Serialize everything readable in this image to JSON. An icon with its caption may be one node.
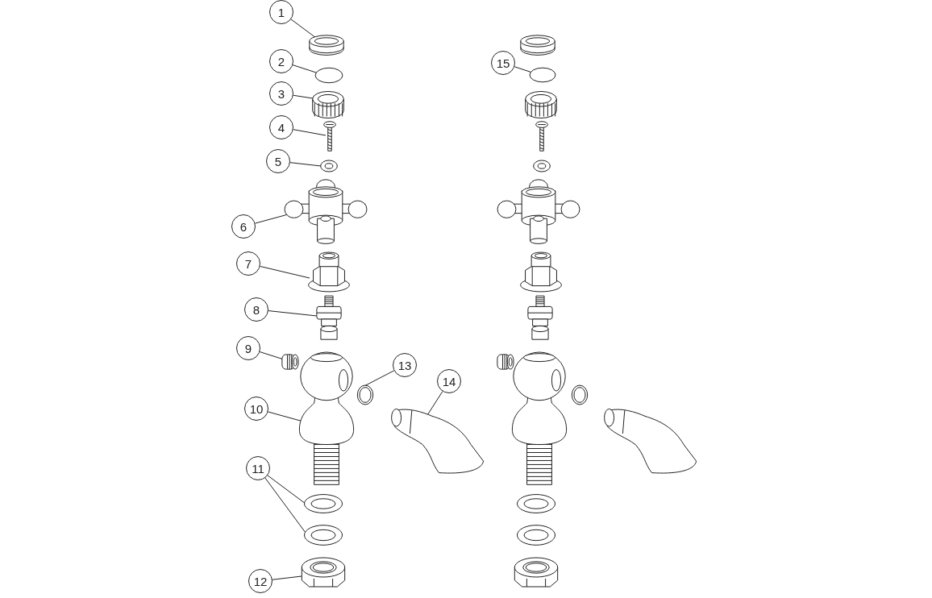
{
  "diagram": {
    "nodes": [
      {
        "text": [
          "1"
        ]
      },
      {
        "text": [
          "2"
        ]
      },
      {
        "text": [
          "3"
        ]
      },
      {
        "text": [
          "4"
        ]
      },
      {
        "text": [
          "5"
        ]
      },
      {
        "text": [
          "6"
        ]
      },
      {
        "text": [
          "7"
        ]
      },
      {
        "text": [
          "8"
        ]
      },
      {
        "text": [
          "9"
        ]
      },
      {
        "text": [
          "10"
        ]
      },
      {
        "text": [
          "11"
        ]
      },
      {
        "text": [
          "12"
        ]
      },
      {
        "text": [
          "13"
        ]
      },
      {
        "text": [
          "14"
        ]
      },
      {
        "text": [
          "15"
        ]
      },
      {
        "text": [],
        "shape": "picture"
      },
      {
        "text": [],
        "shape": "circle"
      },
      {
        "text": [],
        "shape": "picture"
      },
      {
        "text": [],
        "shape": "picture"
      },
      {
        "text": [],
        "shape": "picture"
      },
      {
        "text": [],
        "shape": "picture"
      },
      {
        "text": [],
        "shape": "picture"
      },
      {
        "text": [],
        "shape": "picture"
      },
      {
        "text": [],
        "shape": "picture"
      },
      {
        "text": [],
        "shape": "picture"
      },
      {
        "text": [],
        "shape": "picture"
      },
      {
        "text": [],
        "shape": "picture"
      },
      {
        "text": [],
        "shape": "picture"
      },
      {
        "text": [],
        "shape": "picture"
      },
      {
        "text": [],
        "shape": "picture"
      },
      {
        "text": [],
        "shape": "circle"
      }
    ],
    "edges": [
      {
        "from": 0,
        "to": 15,
        "arrow": "none"
      },
      {
        "from": 1,
        "to": 16,
        "arrow": "none"
      },
      {
        "from": 2,
        "to": 17,
        "arrow": "none"
      },
      {
        "from": 3,
        "to": 18,
        "arrow": "none"
      },
      {
        "from": 4,
        "to": 19,
        "arrow": "none"
      },
      {
        "from": 5,
        "to": 20,
        "arrow": "none"
      },
      {
        "from": 6,
        "to": 21,
        "arrow": "none"
      },
      {
        "from": 7,
        "to": 22,
        "arrow": "none"
      },
      {
        "from": 8,
        "to": 23,
        "arrow": "none"
      },
      {
        "from": 9,
        "to": 24,
        "arrow": "none"
      },
      {
        "from": 10,
        "to": 25,
        "arrow": "none"
      },
      {
        "from": 10,
        "to": 26,
        "arrow": "none"
      },
      {
        "from": 11,
        "to": 27,
        "arrow": "none"
      },
      {
        "from": 12,
        "to": 28,
        "arrow": "none"
      },
      {
        "from": 13,
        "to": 29,
        "arrow": "none"
      },
      {
        "from": 14,
        "to": 30,
        "arrow": "none"
      }
    ]
  }
}
